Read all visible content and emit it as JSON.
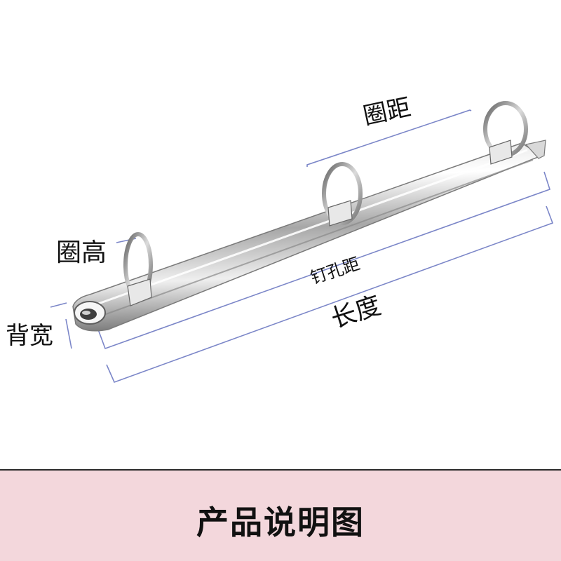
{
  "labels": {
    "ring_spacing": "圈距",
    "ring_height": "圈高",
    "spine_width": "背宽",
    "hole_spacing": "钉孔距",
    "length": "长度"
  },
  "footer": {
    "title": "产品说明图"
  },
  "colors": {
    "dimension_line": "#7b86c8",
    "footer_bg": "#f3d7dc",
    "metal_light": "#f4f4f4",
    "metal_dark": "#6e6e6e"
  }
}
